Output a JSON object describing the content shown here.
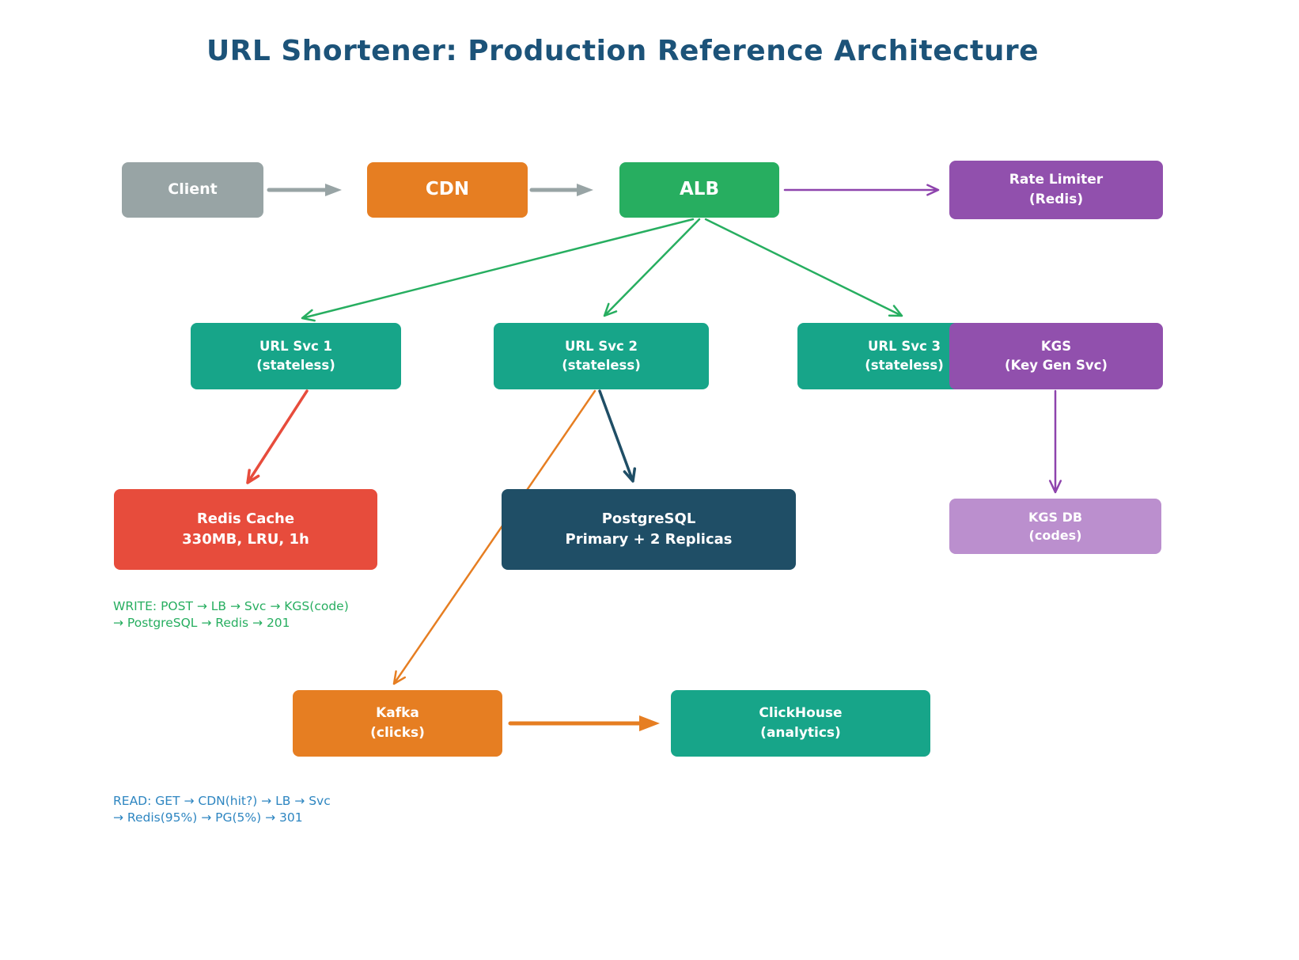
{
  "title": "URL Shortener: Production Reference Architecture",
  "colors": {
    "title_text": "#1c5379",
    "client_gray": "#98a4a5",
    "orange": "#e67e22",
    "green": "#27ae60",
    "purple": "#9150ad",
    "purple_arrow": "#8e44ad",
    "teal": "#17a589",
    "red": "#e74c3c",
    "dark_blue": "#1f4e66",
    "light_purple": "#bb8fce",
    "write_note_text": "#27ae60",
    "read_note_text": "#2e86c1"
  },
  "nodes": {
    "client": {
      "label": "Client"
    },
    "cdn": {
      "label": "CDN"
    },
    "alb": {
      "label": "ALB"
    },
    "rate_limiter": {
      "label": "Rate Limiter",
      "sublabel": "(Redis)"
    },
    "url_svc_1": {
      "label": "URL Svc 1",
      "sublabel": "(stateless)"
    },
    "url_svc_2": {
      "label": "URL Svc 2",
      "sublabel": "(stateless)"
    },
    "url_svc_3": {
      "label": "URL Svc 3",
      "sublabel": "(stateless)"
    },
    "kgs": {
      "label": "KGS",
      "sublabel": "(Key Gen Svc)"
    },
    "redis_cache": {
      "label": "Redis Cache",
      "sublabel": "330MB, LRU, 1h"
    },
    "postgresql": {
      "label": "PostgreSQL",
      "sublabel": "Primary + 2 Replicas"
    },
    "kgs_db": {
      "label": "KGS DB",
      "sublabel": "(codes)"
    },
    "kafka": {
      "label": "Kafka",
      "sublabel": "(clicks)"
    },
    "clickhouse": {
      "label": "ClickHouse",
      "sublabel": "(analytics)"
    }
  },
  "annotations": {
    "write_flow": {
      "line1": "WRITE: POST → LB → Svc → KGS(code)",
      "line2": "→ PostgreSQL → Redis → 201"
    },
    "read_flow": {
      "line1": "READ: GET → CDN(hit?) → LB → Svc",
      "line2": "→ Redis(95%) → PG(5%) → 301"
    }
  }
}
